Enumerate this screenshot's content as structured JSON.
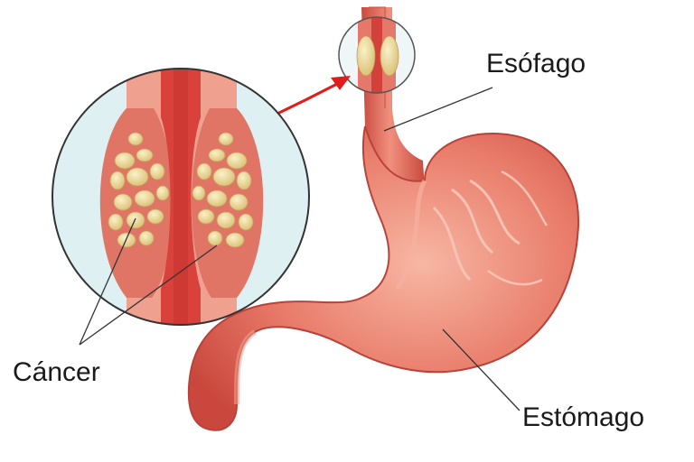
{
  "labels": {
    "esophagus": "Esófago",
    "cancer": "Cáncer",
    "stomach": "Estómago"
  },
  "colors": {
    "tissue": "#e46f5f",
    "tissue_dark": "#c94a3e",
    "tissue_light": "#f3a594",
    "lumen": "#d9433c",
    "tumor": "#ead89a",
    "magnifier_bg": "#dff0f2",
    "arrow": "#e21b1b"
  }
}
